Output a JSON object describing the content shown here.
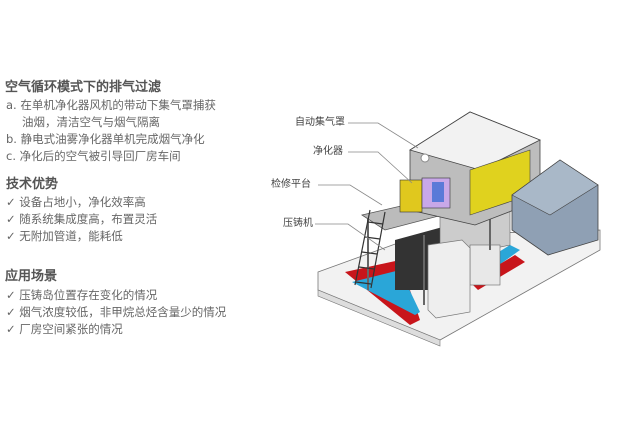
{
  "sections": [
    {
      "title": "空气循环模式下的排气过滤",
      "items": [
        "a. 在单机净化器风机的带动下集气罩捕获",
        "油烟，清洁空气与烟气隔离",
        "b. 静电式油雾净化器单机完成烟气净化",
        "c. 净化后的空气被引导回厂房车间"
      ]
    },
    {
      "title": "技术优势",
      "items": [
        "✓ 设备占地小，净化效率高",
        "✓ 随系统集成度高，布置灵活",
        "✓ 无附加管道，能耗低"
      ]
    },
    {
      "title": "应用场景",
      "items": [
        "✓ 压铸岛位置存在变化的情况",
        "✓ 烟气浓度较低，非甲烷总烃含量少的情况",
        "✓ 厂房空间紧张的情况"
      ]
    }
  ],
  "diagram": {
    "labels": [
      "自动集气罩",
      "净化器",
      "检修平台",
      "压铸机"
    ]
  }
}
